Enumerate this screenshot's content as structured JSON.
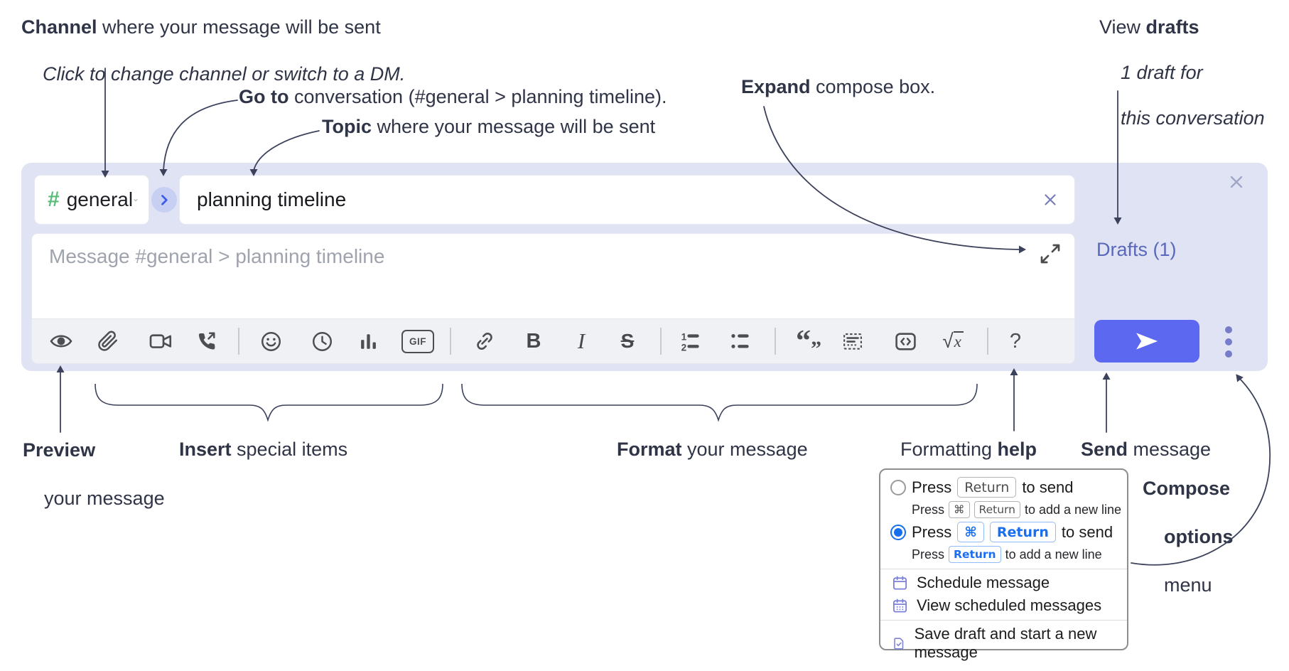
{
  "annotations": {
    "channel_bold": "Channel",
    "channel_rest": " where your message will be sent",
    "channel_line2": "Click to change channel or switch to a DM.",
    "goto_bold": "Go to",
    "goto_rest": " conversation (#general > planning timeline).",
    "topic_bold": "Topic",
    "topic_rest": " where your message will be sent",
    "expand_bold": "Expand",
    "expand_rest": " compose box.",
    "drafts_pre": "View ",
    "drafts_bold": "drafts",
    "drafts_line2": "1 draft for",
    "drafts_line3": "this conversation",
    "preview_bold": "Preview",
    "preview_line2": "your message",
    "insert_bold": "Insert",
    "insert_rest": " special items",
    "format_bold": "Format",
    "format_rest": " your message",
    "help_pre": "Formatting ",
    "help_bold": "help",
    "send_bold": "Send",
    "send_rest": " message",
    "compose_line1": "Compose",
    "compose_line2": "options",
    "compose_line3": "menu"
  },
  "compose_box": {
    "channel_hash": "#",
    "channel_name": "general",
    "topic_value": "planning timeline",
    "message_placeholder": "Message #general > planning timeline",
    "drafts_link": "Drafts (1)"
  },
  "toolbar": {
    "gif": "GIF",
    "bold": "B",
    "italic": "I",
    "strike": "S",
    "ol_1": "1",
    "ol_2": "2",
    "quote_open": "“",
    "quote_close": "”",
    "sqrt": "√",
    "math_x": "x",
    "help": "?"
  },
  "options_menu": {
    "option_return": {
      "press": "Press",
      "key_return": "Return",
      "suffix": "to send",
      "sub_press": "Press",
      "sub_key_cmd": "⌘",
      "sub_key_return": "Return",
      "sub_suffix": "to add a new line",
      "selected": false
    },
    "option_cmd_return": {
      "press": "Press",
      "key_cmd": "⌘",
      "key_return": "Return",
      "suffix": "to send",
      "sub_press": "Press",
      "sub_key_return": "Return",
      "sub_suffix": "to add a new line",
      "selected": true
    },
    "items": [
      "Schedule message",
      "View scheduled messages",
      "Save draft and start a new message"
    ]
  },
  "colors": {
    "container_bg": "#e0e3f3",
    "send_button": "#5c68f0",
    "drafts_link": "#5a68ba",
    "channel_hash_green": "#5abc78",
    "goto_circle_bg": "#c7cff2",
    "goto_chevron_blue": "#3a5be8",
    "kbd_blue": "#1a6ef0",
    "radio_selected_blue": "#1670ee",
    "menu_icon_purple": "#7b80d8",
    "toolbar_icon": "#4d4e52",
    "annotation_ink": "#2f3447"
  }
}
